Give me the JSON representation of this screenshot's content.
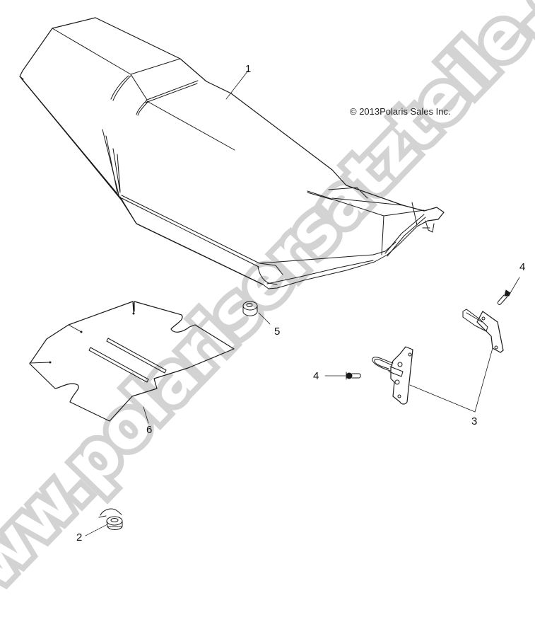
{
  "diagram": {
    "copyright": "© 2013Polaris Sales Inc.",
    "watermark": "www.polarisersatzteile.de",
    "colors": {
      "line": "#1a1a1a",
      "watermark_outline": "#d3d3d3",
      "background": "#ffffff"
    },
    "parts": [
      {
        "ref": "1",
        "name": "seat"
      },
      {
        "ref": "2",
        "name": "seat-latch-knob"
      },
      {
        "ref": "3",
        "name": "seat-bracket"
      },
      {
        "ref": "4",
        "name": "push-rivet"
      },
      {
        "ref": "4",
        "name": "push-rivet"
      },
      {
        "ref": "5",
        "name": "bumper-grommet"
      },
      {
        "ref": "6",
        "name": "heat-shield-pad"
      }
    ],
    "callouts": {
      "c1": "1",
      "c2": "2",
      "c3": "3",
      "c4a": "4",
      "c4b": "4",
      "c5": "5",
      "c6": "6"
    }
  }
}
